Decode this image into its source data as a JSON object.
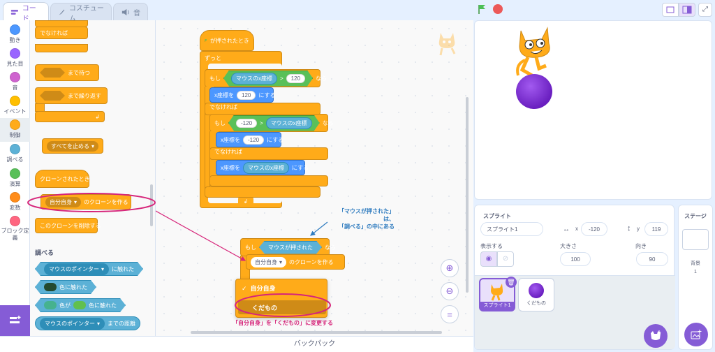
{
  "tabs": {
    "code": "コード",
    "costume": "コスチューム",
    "sound": "音"
  },
  "categories": [
    {
      "label": "動き",
      "color": "#4c97ff"
    },
    {
      "label": "見た目",
      "color": "#9966ff"
    },
    {
      "label": "音",
      "color": "#cf63cf"
    },
    {
      "label": "イベント",
      "color": "#ffbf00"
    },
    {
      "label": "制御",
      "color": "#ffab19"
    },
    {
      "label": "調べる",
      "color": "#5cb1d6"
    },
    {
      "label": "演算",
      "color": "#59c059"
    },
    {
      "label": "変数",
      "color": "#ff8c1a"
    },
    {
      "label": "ブロック定義",
      "color": "#ff6680"
    }
  ],
  "palette": {
    "else": "でなければ",
    "wait_until": "まで待つ",
    "repeat_until": "まで繰り返す",
    "stop_all": "すべてを止める",
    "clone_hat": "クローンされたとき",
    "myself": "自分自身",
    "create_clone": "のクローンを作る",
    "delete_clone": "このクローンを削除する",
    "sensing_header": "調べる",
    "mouse_pointer": "マウスのポインター",
    "touching": "に触れた",
    "color_touching": "色に触れた",
    "color": "色が",
    "color_touching2": "色に触れた",
    "distance": "までの距離"
  },
  "script": {
    "flag_hat": "が押されたとき",
    "forever": "ずっと",
    "if": "もし",
    "then": "なら",
    "mouse_x": "マウスのx座標",
    "val_120": "120",
    "set_x": "x座標を",
    "to": "にする",
    "else": "でなければ",
    "val_neg120": "-120",
    "gt": ">"
  },
  "script2": {
    "if": "もし",
    "mouse_down": "マウスが押された",
    "then": "なら",
    "myself": "自分自身",
    "create_clone": "のクローンを作る"
  },
  "dropdown": {
    "opt1": "自分自身",
    "opt2": "くだもの"
  },
  "annotations": {
    "note1_line1": "「マウスが押された」は、",
    "note1_line2": "「調べる」の中にある",
    "note2": "「自分自身」を「くだもの」に変更する"
  },
  "backpack": "バックパック",
  "sprite_pane": {
    "sprite_label": "スプライト",
    "sprite_name": "スプライト1",
    "x_label": "x",
    "x": "-120",
    "y_label": "y",
    "y": "119",
    "show_label": "表示する",
    "size_label": "大きさ",
    "size": "100",
    "direction_label": "向き",
    "direction": "90",
    "thumbs": [
      "スプライト1",
      "くだもの"
    ]
  },
  "stage_pane": {
    "title": "ステージ",
    "backdrops_label": "背景",
    "backdrops": "1"
  },
  "colors": {
    "control": "#ffab19",
    "sensing": "#5cb1d6",
    "operator": "#59c059",
    "accent": "#855cd6",
    "annot_blue": "#2e7bbf",
    "annot_pink": "#d6257a"
  }
}
